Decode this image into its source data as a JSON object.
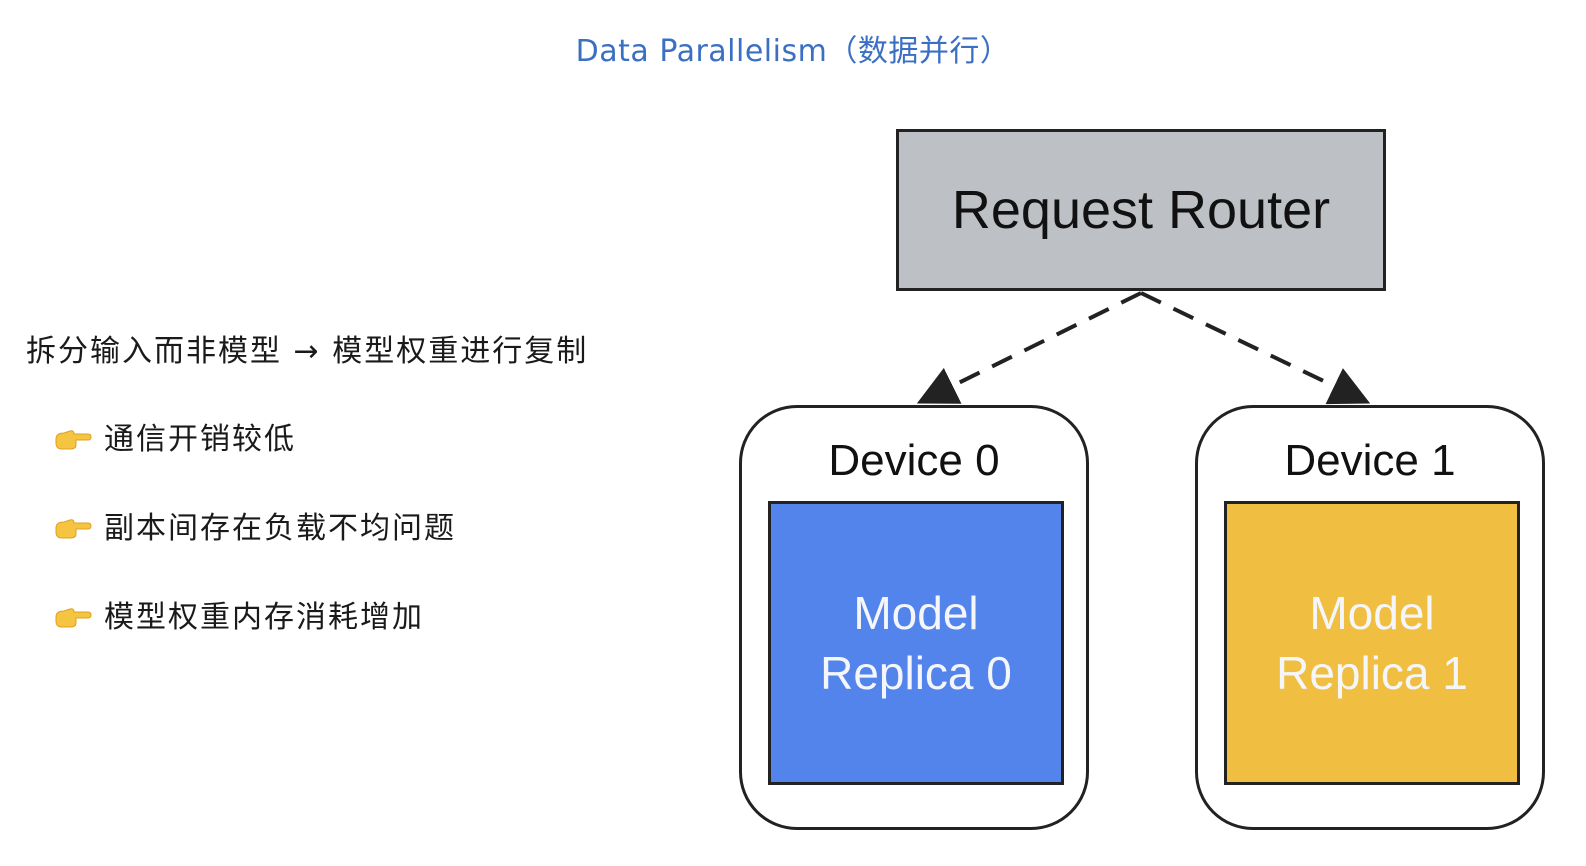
{
  "title": "Data Parallelism（数据并行）",
  "left": {
    "main_point": "拆分输入而非模型 → 模型权重进行复制",
    "bullets": [
      {
        "icon": "pointing-hand-icon",
        "text": "通信开销较低"
      },
      {
        "icon": "pointing-hand-icon",
        "text": "副本间存在负载不均问题"
      },
      {
        "icon": "pointing-hand-icon",
        "text": "模型权重内存消耗增加"
      }
    ]
  },
  "diagram": {
    "router": {
      "label": "Request Router",
      "color": "#BDC0C5"
    },
    "devices": [
      {
        "label": "Device 0",
        "replica_line1": "Model",
        "replica_line2": "Replica 0",
        "color": "#5384EB"
      },
      {
        "label": "Device 1",
        "replica_line1": "Model",
        "replica_line2": "Replica 1",
        "color": "#F0BF41"
      }
    ],
    "edges": [
      {
        "from": "Request Router",
        "to": "Device 0",
        "style": "dashed"
      },
      {
        "from": "Request Router",
        "to": "Device 1",
        "style": "dashed"
      }
    ]
  },
  "colors": {
    "title": "#3B6FC4",
    "text": "#1a1a1a",
    "border": "#222222"
  }
}
